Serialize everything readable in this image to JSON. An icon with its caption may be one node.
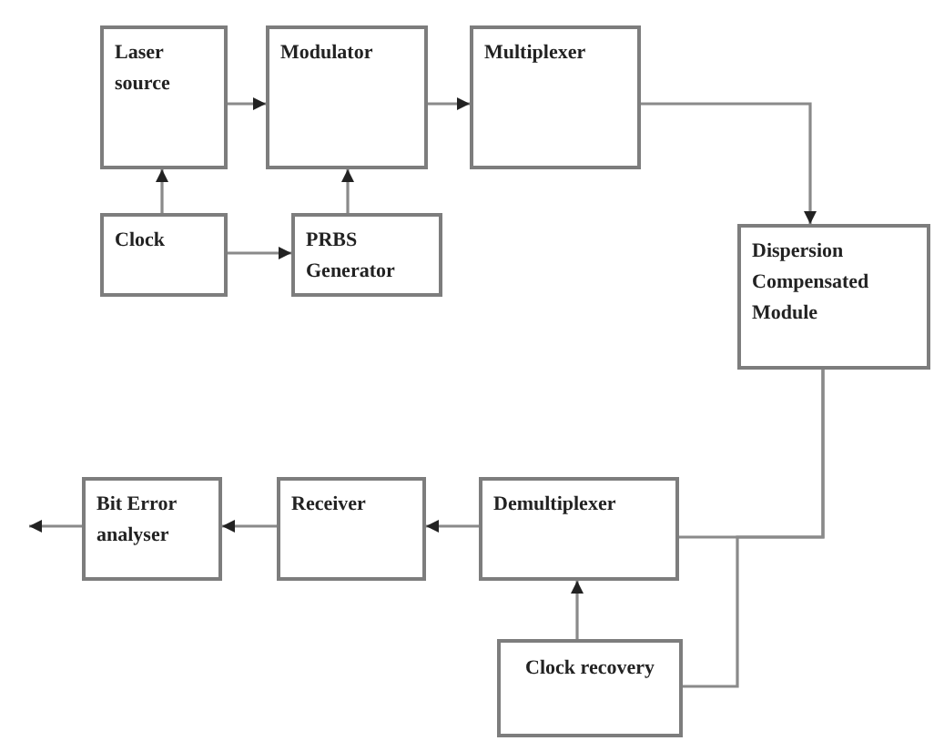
{
  "diagram": {
    "nodes": [
      {
        "text": [
          "Laser source"
        ]
      },
      {
        "text": [
          "Modulator"
        ]
      },
      {
        "text": [
          "Multiplexer"
        ]
      },
      {
        "text": [
          "Clock"
        ]
      },
      {
        "text": [
          "PRBS Generator"
        ]
      },
      {
        "text": [
          "Dispersion Compensated Module"
        ]
      },
      {
        "text": [
          "Bit Error analyser"
        ]
      },
      {
        "text": [
          "Receiver"
        ]
      },
      {
        "text": [
          "Demultiplexer"
        ]
      },
      {
        "text": [
          "Clock recovery"
        ]
      }
    ],
    "edges": [
      {
        "from": 0,
        "to": 1,
        "arrow": "to"
      },
      {
        "from": 1,
        "to": 2,
        "arrow": "to"
      },
      {
        "from": 2,
        "to": 5,
        "arrow": "to"
      },
      {
        "from": 3,
        "to": 0,
        "arrow": "to"
      },
      {
        "from": 4,
        "to": 1,
        "arrow": "to"
      },
      {
        "from": 3,
        "to": 4,
        "arrow": "to"
      },
      {
        "from": 5,
        "to": 8,
        "arrow": "none"
      },
      {
        "from": 5,
        "to": 9,
        "arrow": "none"
      },
      {
        "from": 9,
        "to": 8,
        "arrow": "to"
      },
      {
        "from": 8,
        "to": 7,
        "arrow": "to"
      },
      {
        "from": 7,
        "to": 6,
        "arrow": "to"
      },
      {
        "from": 6,
        "to": null,
        "arrow": "to"
      }
    ]
  }
}
